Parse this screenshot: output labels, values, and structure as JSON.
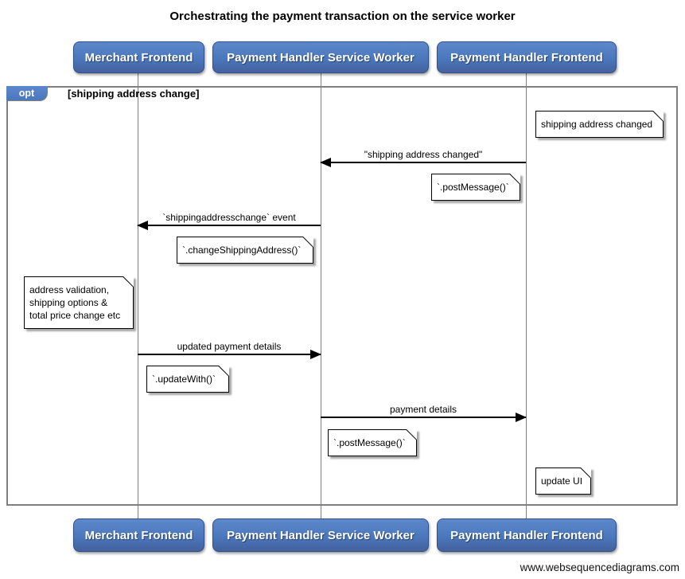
{
  "title": "Orchestrating the payment transaction on the service worker",
  "watermark": "www.websequencediagrams.com",
  "colors": {
    "actor_fill": "#4a77bd",
    "actor_border": "#2f5187",
    "frame_border": "#7f7f7f",
    "lifeline": "#7f7f7f",
    "note_fill": "#ffffff",
    "arrow": "#000000"
  },
  "icons": {
    "arrowhead_left": "solid-left-triangle",
    "arrowhead_right": "solid-right-triangle",
    "note_fold": "folded-corner"
  },
  "actors": [
    {
      "label": "Merchant Frontend"
    },
    {
      "label": "Payment Handler Service Worker"
    },
    {
      "label": "Payment Handler Frontend"
    }
  ],
  "fragment": {
    "operator": "opt",
    "guard": "[shipping address change]"
  },
  "messages": [
    {
      "from": "Payment Handler Frontend",
      "to": "Payment Handler Service Worker",
      "direction": "left",
      "label": "\"shipping address changed\""
    },
    {
      "from": "Payment Handler Service Worker",
      "to": "Merchant Frontend",
      "direction": "left",
      "label": "`shippingaddresschange` event"
    },
    {
      "from": "Merchant Frontend",
      "to": "Payment Handler Service Worker",
      "direction": "right",
      "label": "updated payment details"
    },
    {
      "from": "Payment Handler Service Worker",
      "to": "Payment Handler Frontend",
      "direction": "right",
      "label": "payment details"
    }
  ],
  "notes": [
    {
      "text": "shipping address changed"
    },
    {
      "text": "`.postMessage()`"
    },
    {
      "text": "`.changeShippingAddress()`"
    },
    {
      "text": "address validation,\nshipping options &\ntotal price change etc"
    },
    {
      "text": "`.updateWith()`"
    },
    {
      "text": "`.postMessage()`"
    },
    {
      "text": "update UI"
    }
  ]
}
